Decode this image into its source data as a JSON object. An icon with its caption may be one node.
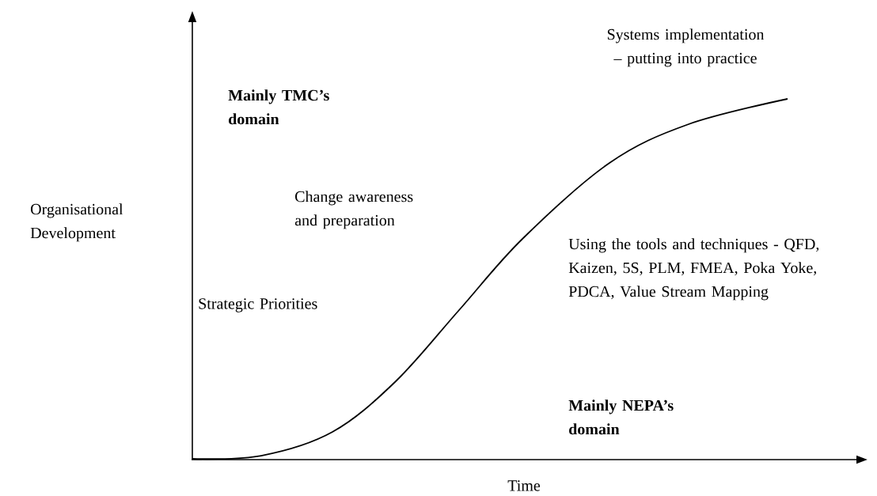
{
  "diagram": {
    "labels": [
      "Systems implementation – putting into practice",
      "**Mainly TMC’s domain**",
      "Organisational Development",
      "Change awareness and preparation",
      "Using the tools and techniques - QFD, Kaizen, 5S, PLM, FMEA, Poka Yoke, PDCA, Value Stream Mapping",
      "Strategic Priorities",
      "**Mainly NEPA’s domain**",
      "Time"
    ]
  }
}
